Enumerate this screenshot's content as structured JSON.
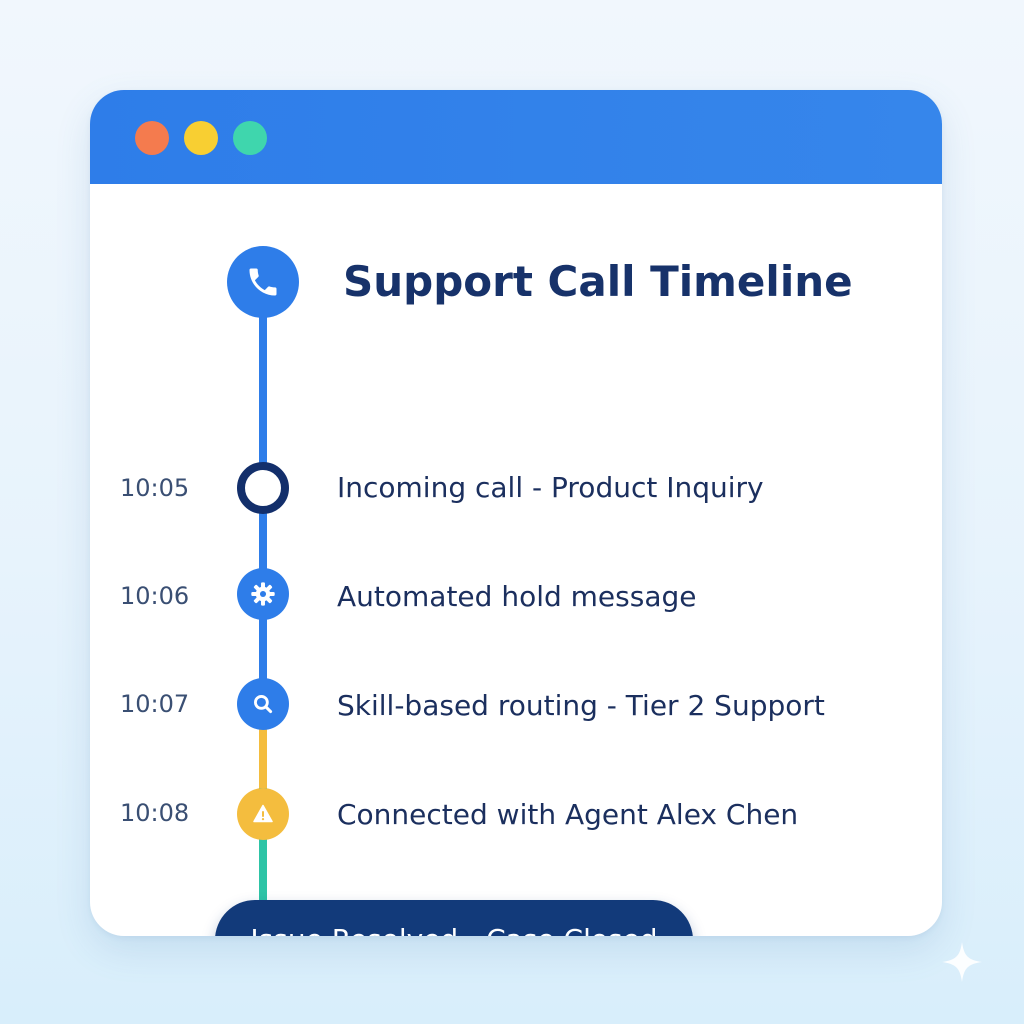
{
  "colors": {
    "titlebar": "#3686eb",
    "dot_red": "#f47b4e",
    "dot_yellow": "#f8cf32",
    "dot_green": "#3fd6ad",
    "title": "#17326a",
    "line_blue": "#2e7de9",
    "line_yellow": "#f4bd3e",
    "line_teal": "#2ec4a6",
    "navy": "#132f6b",
    "resolved_bg": "#123a7a"
  },
  "window": {
    "controls": [
      "close-dot",
      "minimize-dot",
      "maximize-dot"
    ]
  },
  "timeline": {
    "title": "Support Call Timeline",
    "header_icon": "phone-icon",
    "events": [
      {
        "time": "10:05",
        "label": "Incoming call - Product Inquiry",
        "icon": "ring-node",
        "color": "#132f6b"
      },
      {
        "time": "10:06",
        "label": "Automated hold message",
        "icon": "gear-icon",
        "color": "#2e7de9"
      },
      {
        "time": "10:07",
        "label": "Skill-based routing - Tier 2 Support",
        "icon": "search-icon",
        "color": "#2e7de9"
      },
      {
        "time": "10:08",
        "label": "Connected with Agent Alex Chen",
        "icon": "warning-icon",
        "color": "#f4bd3e"
      }
    ],
    "resolution": "Issue Resolved - Case Closed"
  }
}
